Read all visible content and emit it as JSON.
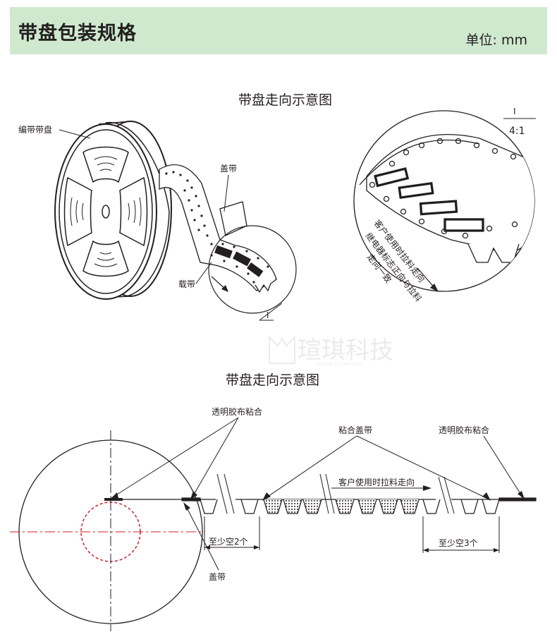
{
  "header": {
    "title": "带盘包装规格",
    "unit": "单位: mm",
    "background": "#cfe9cf"
  },
  "diagram_top": {
    "title": "带盘走向示意图",
    "labels": {
      "reel": "编带带盘",
      "cover_tape": "盖带",
      "carrier_tape": "载带",
      "detail_marker": "I"
    },
    "detail": {
      "marker": "I",
      "scale": "4:1",
      "direction_text_line1": "客户使用时拉料走向",
      "direction_text_line2": "继电器标志正向与拉料",
      "direction_text_line3": "走向一致"
    }
  },
  "watermark": {
    "text": "瑄琪科技",
    "subtext": "WEIJIAN TECHNOLOGY"
  },
  "diagram_bottom": {
    "title": "带盘走向示意图",
    "labels": {
      "tape_left": "透明胶布粘合",
      "adhesive_cover": "粘合盖带",
      "tape_right": "透明胶布粘合",
      "pull_direction": "客户使用时拉料走向",
      "empty_min2": "至少空2个",
      "empty_min3": "至少空3个",
      "cover_tape": "盖带"
    }
  },
  "colors": {
    "line": "#231f20",
    "center_line": "#c8202a",
    "watermark": "#e3e3e3"
  }
}
